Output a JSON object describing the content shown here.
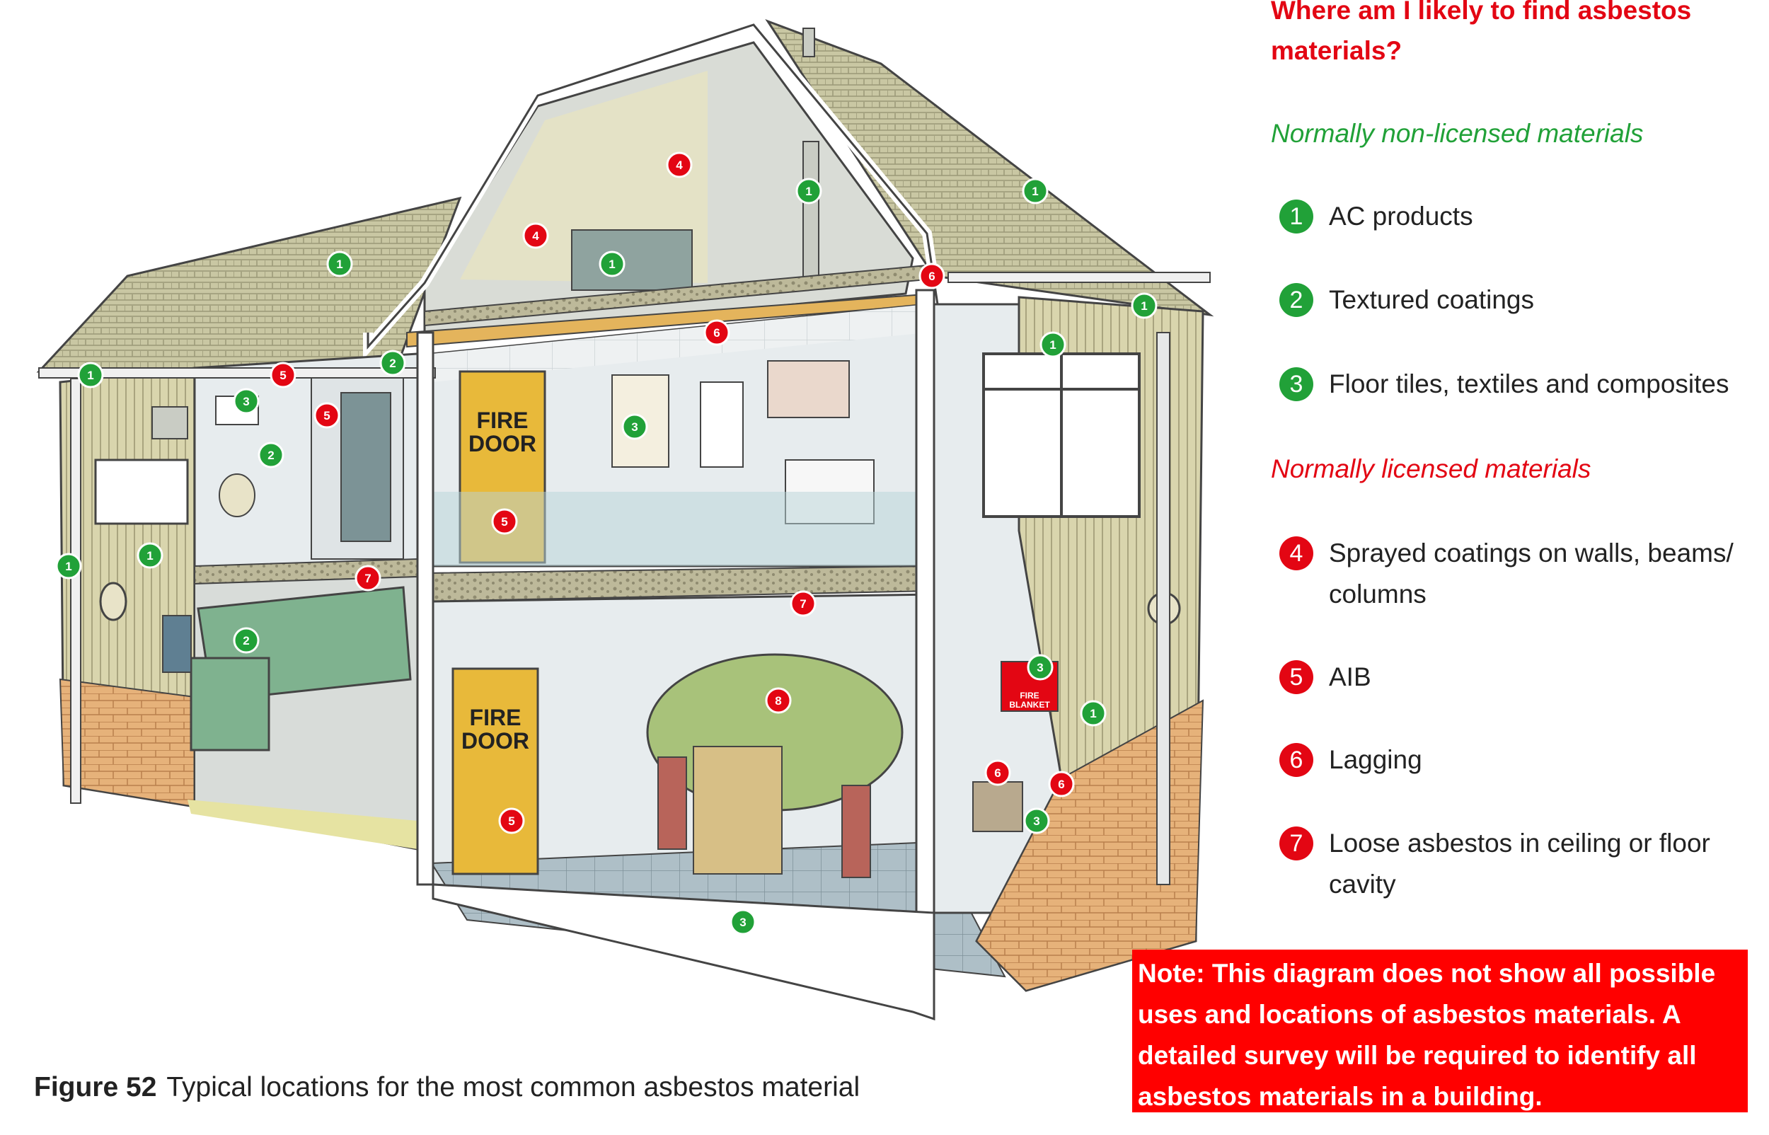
{
  "legend": {
    "title": "Where am I likely to find asbestos materials?",
    "non_licensed_heading": "Normally non-licensed materials",
    "licensed_heading": "Normally licensed materials",
    "items": [
      {
        "number": "1",
        "label": "AC products"
      },
      {
        "number": "2",
        "label": "Textured coatings"
      },
      {
        "number": "3",
        "label": "Floor tiles, textiles and composites"
      },
      {
        "number": "4",
        "label": "Sprayed coatings on walls, beams/ columns"
      },
      {
        "number": "5",
        "label": "AIB"
      },
      {
        "number": "6",
        "label": "Lagging"
      },
      {
        "number": "7",
        "label": "Loose asbestos in ceiling or floor cavity"
      }
    ]
  },
  "note": "Note: This diagram does not show all possible uses and locations of asbestos materials. A detailed survey will be required to identify all asbestos materials in a building.",
  "caption": {
    "figure_number": "Figure 52",
    "text": "Typical locations for the most common asbestos material"
  },
  "illustration": {
    "fire_door_line1": "FIRE",
    "fire_door_line2": "DOOR",
    "fire_blanket_line1": "FIRE",
    "fire_blanket_line2": "BLANKET"
  },
  "colors": {
    "green_marker": "#21a138",
    "red_marker": "#e30613",
    "title_red": "#e30613",
    "heading_green": "#21a138",
    "note_background": "#ff0000"
  }
}
